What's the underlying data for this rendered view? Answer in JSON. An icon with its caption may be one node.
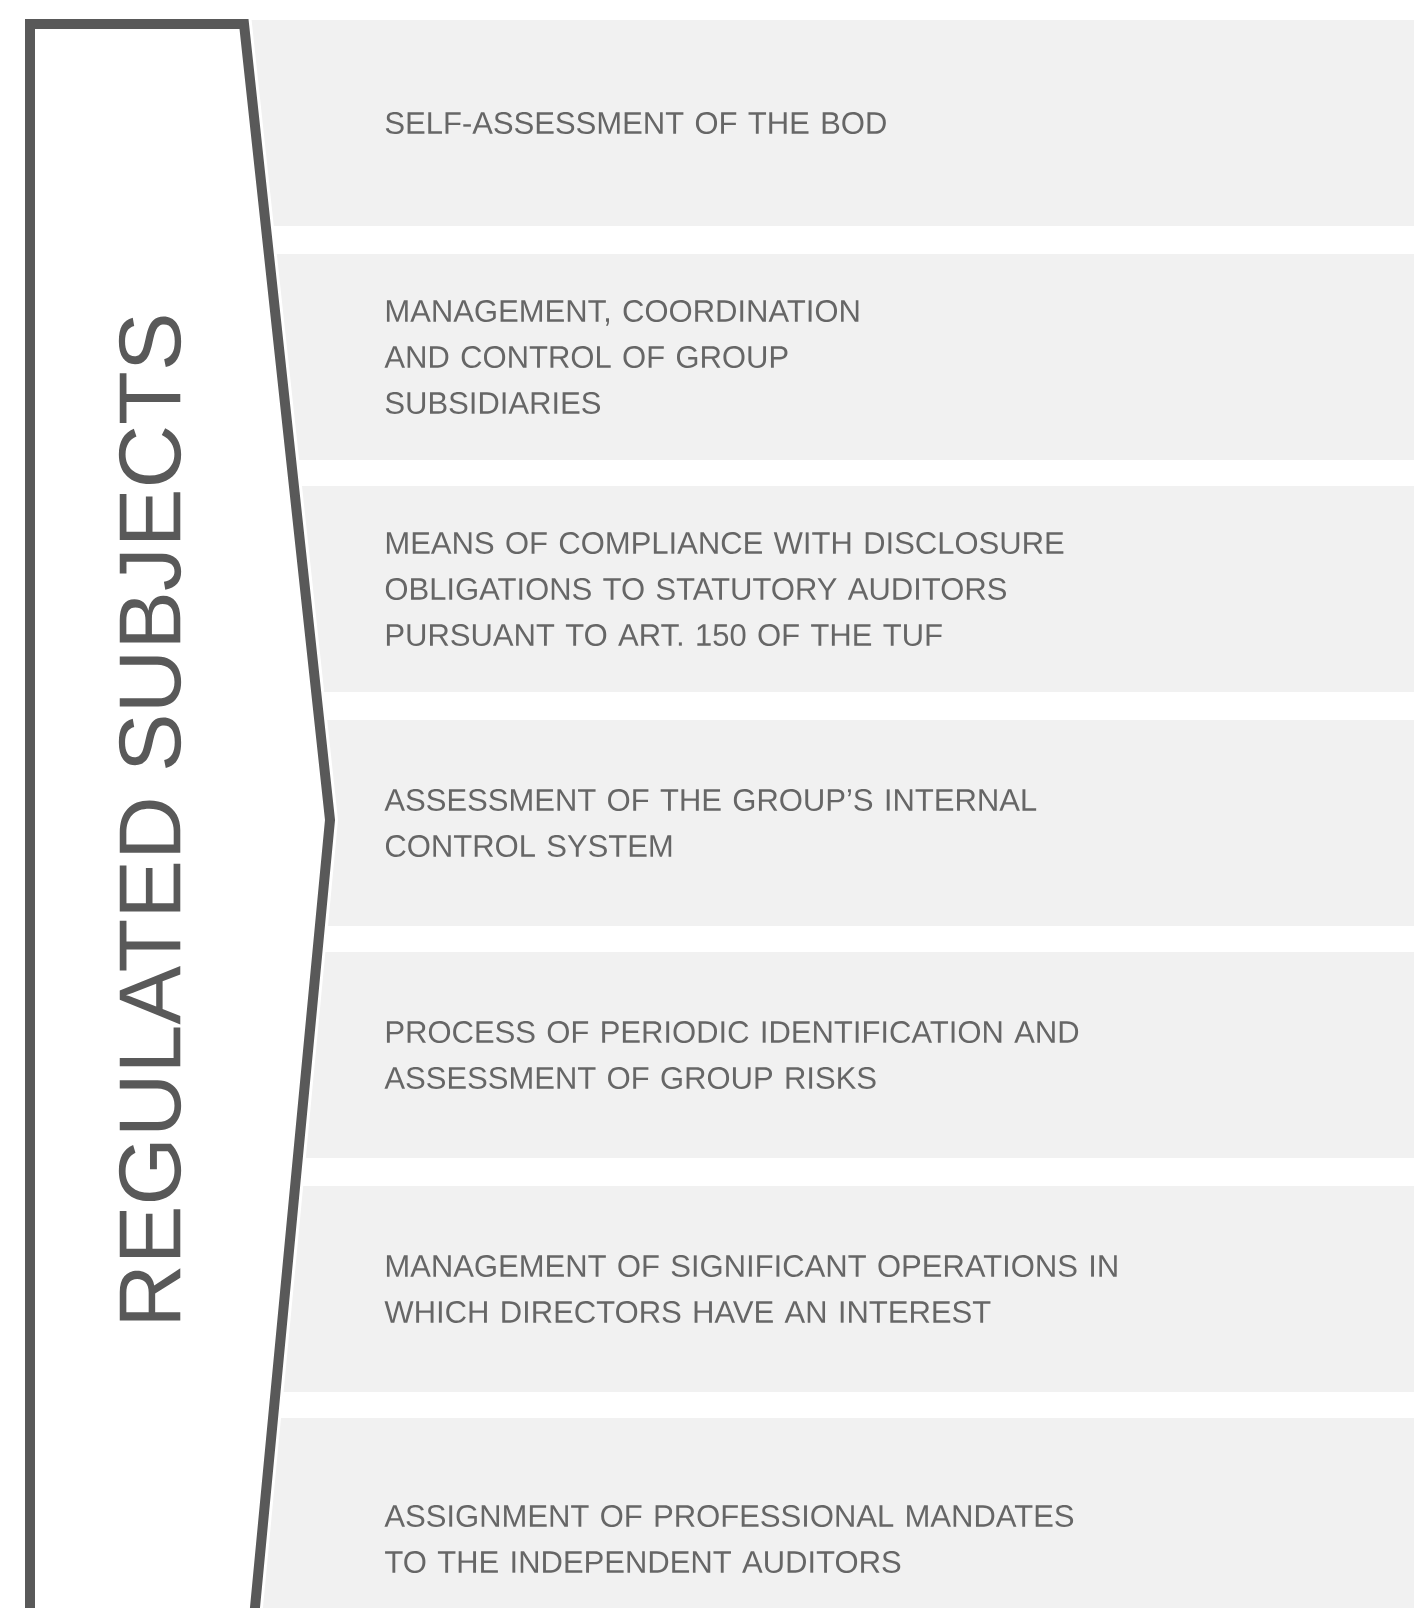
{
  "diagram": {
    "nodes": [
      {
        "text": [
          "REGULATED SUBJECTS"
        ]
      },
      {
        "text": [
          "SELF-ASSESSMENT OF THE BOD"
        ]
      },
      {
        "text": [
          "MANAGEMENT, COORDINATION AND CONTROL OF GROUP SUBSIDIARIES"
        ]
      },
      {
        "text": [
          "MEANS OF COMPLIANCE WITH DISCLOSURE OBLIGATIONS TO STATUTORY AUDITORS PURSUANT TO ART. 150 OF THE TUF"
        ]
      },
      {
        "text": [
          "ASSESSMENT OF THE GROUP’S INTERNAL CONTROL SYSTEM"
        ]
      },
      {
        "text": [
          "PROCESS OF PERIODIC IDENTIFICATION AND ASSESSMENT OF GROUP RISKS"
        ]
      },
      {
        "text": [
          "MANAGEMENT OF SIGNIFICANT OPERATIONS IN WHICH DIRECTORS HAVE AN INTEREST"
        ]
      },
      {
        "text": [
          "ASSIGNMENT OF PROFESSIONAL MANDATES TO THE INDEPENDENT AUDITORS"
        ]
      }
    ]
  }
}
